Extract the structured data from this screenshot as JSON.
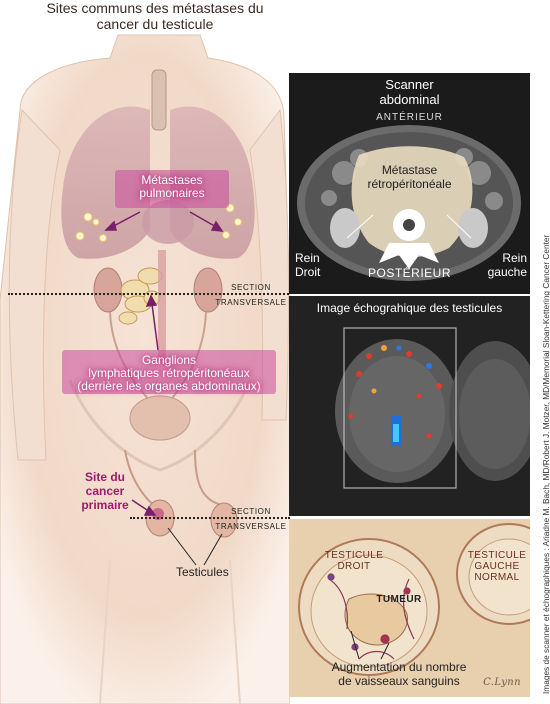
{
  "title": {
    "line1": "Sites communs des métastases du",
    "line2": "cancer du testicule"
  },
  "body_labels": {
    "metastases_line1": "Métastases",
    "metastases_line2": "pulmonaires",
    "ganglions_line1": "Ganglions",
    "ganglions_line2": "lymphatiques rétropéritonéaux",
    "ganglions_line3": "(derrière les organes abdominaux)",
    "site_line1": "Site du",
    "site_line2": "cancer",
    "site_line3": "primaire",
    "testicules": "Testicules"
  },
  "section_labels": {
    "upper_line1": "SECTION",
    "upper_line2": "TRANSVERSALE",
    "lower_line1": "SECTION",
    "lower_line2": "TRANSVERSALE"
  },
  "ct_panel": {
    "title_line1": "Scanner",
    "title_line2": "abdominal",
    "anterieur": "ANTÉRIEUR",
    "metastase_line1": "Métastase",
    "metastase_line2": "rétropéritonéale",
    "rein_droit_line1": "Rein",
    "rein_droit_line2": "Droit",
    "rein_gauche_line1": "Rein",
    "rein_gauche_line2": "gauche",
    "posterieur": "POSTÉRIEUR"
  },
  "us_panel": {
    "title": "Image échograhique des testicules"
  },
  "drawing_panel": {
    "droit_line1": "TESTICULE",
    "droit_line2": "DROIT",
    "gauche_line1": "TESTICULE",
    "gauche_line2": "GAUCHE",
    "gauche_line3": "NORMAL",
    "tumeur": "TUMEUR",
    "vaisseaux_line1": "Augmentation du nombre",
    "vaisseaux_line2": "de vaisseaux sanguins",
    "signature": "C.Lynn"
  },
  "credit": "Images de scanner et échographiques : Ariadne M. Bach, MD/Robert J. Motzer, MD/Memorial Sloan-Kettering Cancer Center"
}
